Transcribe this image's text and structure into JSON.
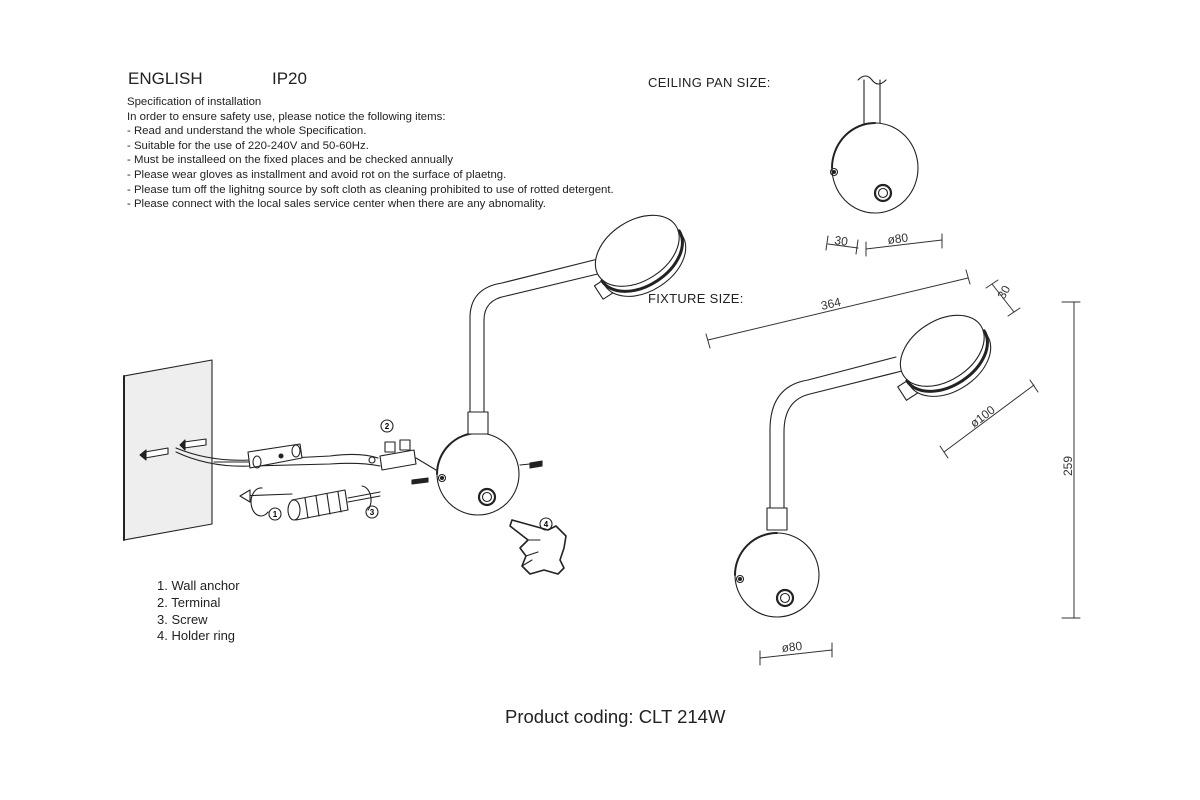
{
  "header": {
    "language": "ENGLISH",
    "ip_rating": "IP20"
  },
  "specification": {
    "title": "Specification of installation",
    "intro": "In order to ensure safety use, please notice the following items:",
    "items": [
      "- Read and understand the whole Specification.",
      "- Suitable for the use of 220-240V and 50-60Hz.",
      "- Must be installeed on the fixed places and be checked annually",
      "- Please wear gloves as installment and avoid rot on the surface of plaetng.",
      "- Please tum off the lighitng source by soft cloth as cleaning prohibited to use of rotted detergent.",
      "- Please connect with the local sales service center when there are any abnomality."
    ]
  },
  "ceiling_pan": {
    "label": "CEILING PAN  SIZE:",
    "depth": "30",
    "diameter": "ø80"
  },
  "fixture": {
    "label": "FIXTURE SIZE:",
    "length": "364",
    "head_depth": "30",
    "head_diameter": "ø100",
    "height": "259",
    "base_diameter": "ø80"
  },
  "callouts": [
    "1",
    "2",
    "3",
    "4"
  ],
  "legend": [
    "1. Wall anchor",
    "2. Terminal",
    "3. Screw",
    "4. Holder ring"
  ],
  "product_coding": "Product coding: CLT 214W",
  "colors": {
    "line": "#222222",
    "dim": "#333333",
    "wall": "#eeeeee"
  }
}
